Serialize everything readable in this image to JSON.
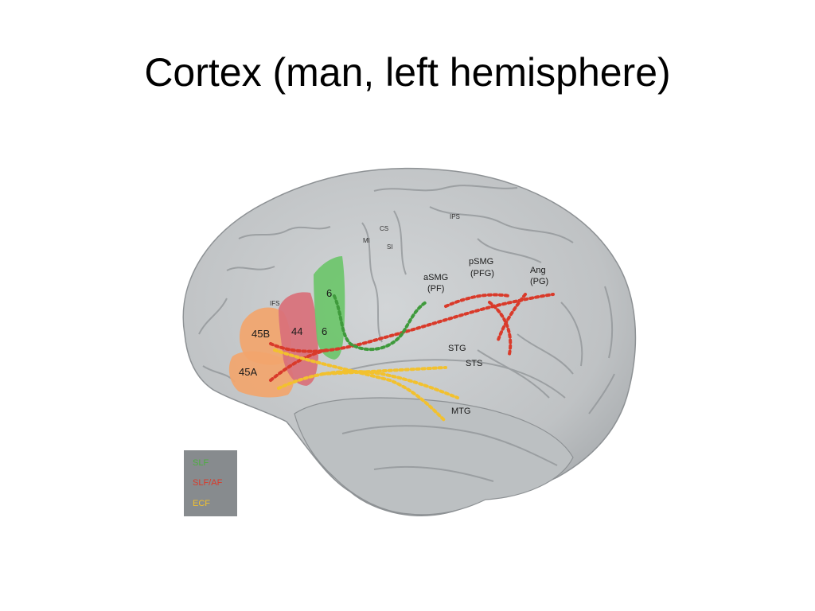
{
  "slide": {
    "title": "Cortex (man, left hemisphere)"
  },
  "diagram": {
    "areas": {
      "a45b": "45B",
      "a45a": "45A",
      "a44": "44",
      "a6_top": "6",
      "a6_bottom": "6"
    },
    "region_labels": {
      "ifs": "IFS",
      "cs": "CS",
      "mi": "MI",
      "si": "SI",
      "ips": "IPS",
      "asmg": "aSMG",
      "pf": "(PF)",
      "psmg": "pSMG",
      "pfg": "(PFG)",
      "ang": "Ang",
      "pg": "(PG)",
      "stg": "STG",
      "sts": "STS",
      "mtg": "MTG"
    },
    "legend": [
      {
        "label": "SLF",
        "color": "#4caf3f"
      },
      {
        "label": "SLF/AF",
        "color": "#d93a2a"
      },
      {
        "label": "ECF",
        "color": "#f2c12e"
      }
    ],
    "colors": {
      "brain": "#c2c5c7",
      "brain_shadow": "#9ea2a5",
      "sulcus": "#8f9396",
      "orange": "#f2a56c",
      "pink": "#d9707a",
      "green": "#6cc56a",
      "legend_bg": "#878b8e"
    }
  }
}
